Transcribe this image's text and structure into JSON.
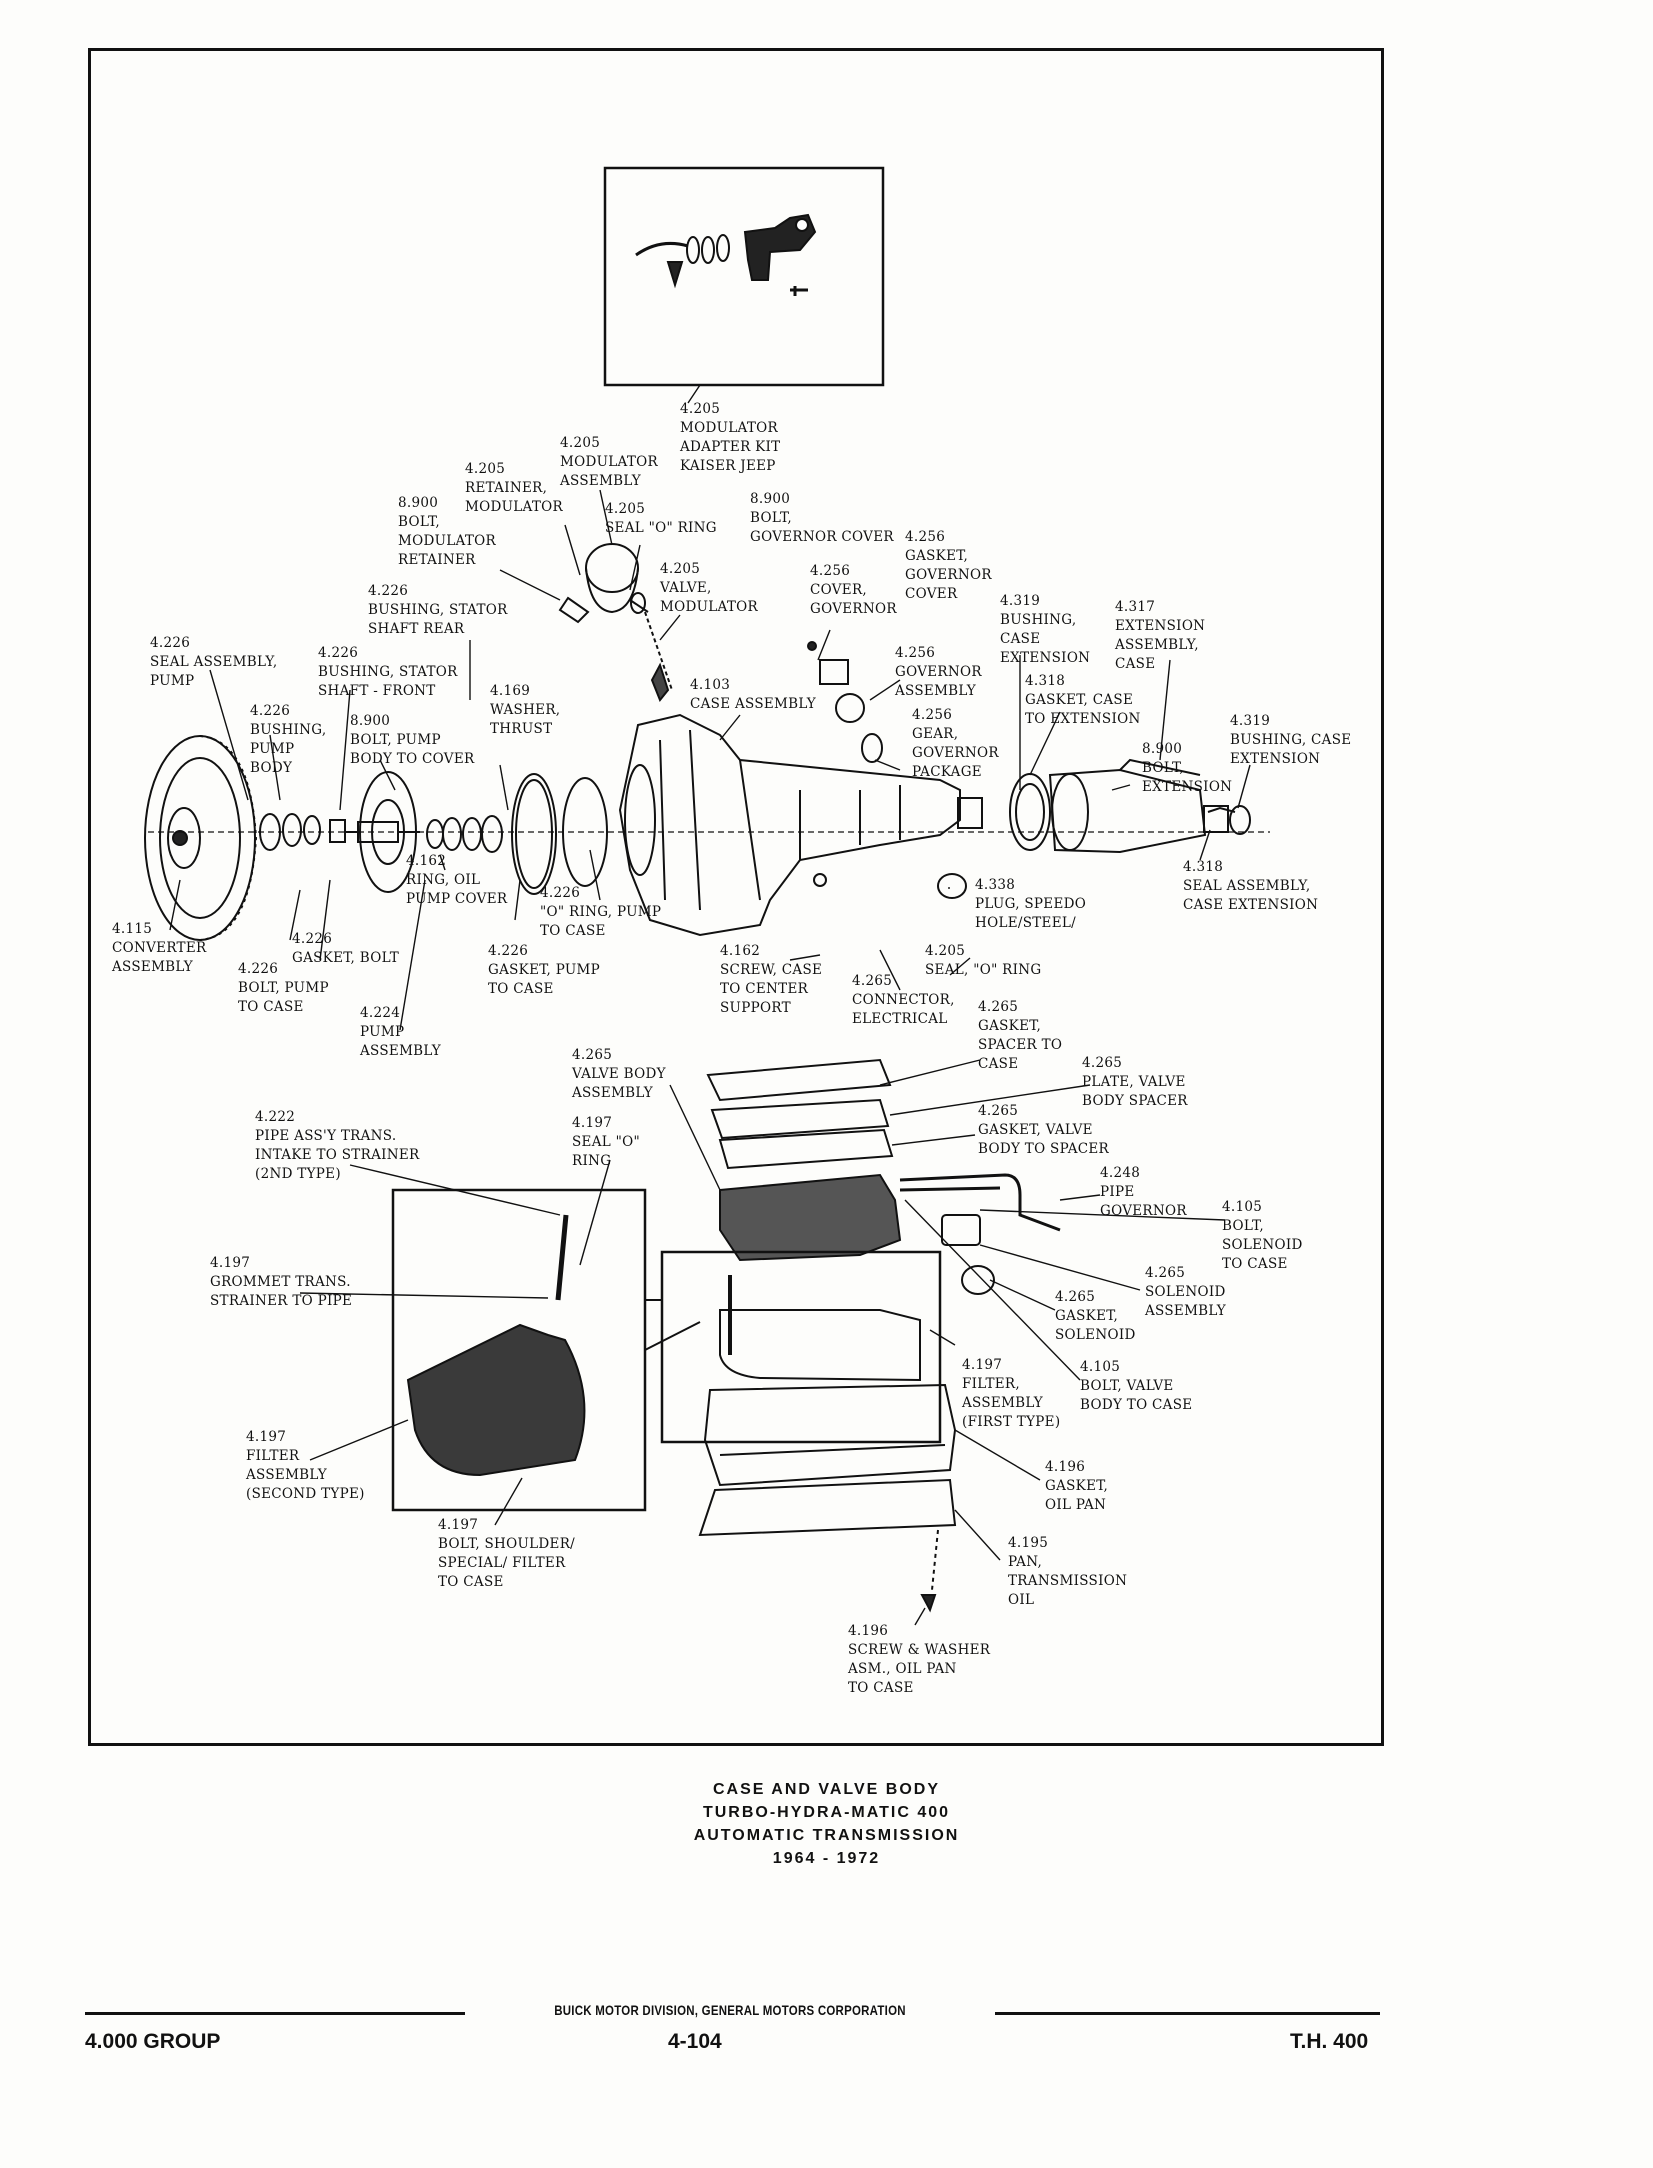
{
  "caption": {
    "line1": "CASE AND VALVE BODY",
    "line2": "TURBO-HYDRA-MATIC 400",
    "line3": "AUTOMATIC TRANSMISSION",
    "line4": "1964 - 1972"
  },
  "footer": {
    "division": "BUICK MOTOR DIVISION, GENERAL MOTORS CORPORATION",
    "group": "4.000 GROUP",
    "page_number": "4-104",
    "model": "T.H. 400"
  },
  "callouts": [
    {
      "id": "modulator-adapter-kit",
      "lines": [
        "4.205",
        "MODULATOR",
        "ADAPTER KIT",
        "KAISER JEEP"
      ]
    },
    {
      "id": "modulator-assembly",
      "lines": [
        "4.205",
        "MODULATOR",
        "ASSEMBLY"
      ]
    },
    {
      "id": "modulator-retainer",
      "lines": [
        "4.205",
        "RETAINER,",
        "MODULATOR"
      ]
    },
    {
      "id": "modulator-retainer-bolt",
      "lines": [
        "8.900",
        "BOLT,",
        "MODULATOR",
        "RETAINER"
      ]
    },
    {
      "id": "modulator-o-ring",
      "lines": [
        "4.205",
        "SEAL \"O\" RING"
      ]
    },
    {
      "id": "modulator-valve",
      "lines": [
        "4.205",
        "VALVE,",
        "MODULATOR"
      ]
    },
    {
      "id": "governor-cover-bolt",
      "lines": [
        "8.900",
        "BOLT,",
        "GOVERNOR COVER"
      ]
    },
    {
      "id": "governor-cover-gasket",
      "lines": [
        "4.256",
        "GASKET,",
        "GOVERNOR",
        "COVER"
      ]
    },
    {
      "id": "governor-cover",
      "lines": [
        "4.256",
        "COVER,",
        "GOVERNOR"
      ]
    },
    {
      "id": "stator-shaft-rear-bushing",
      "lines": [
        "4.226",
        "BUSHING, STATOR",
        "SHAFT REAR"
      ]
    },
    {
      "id": "case-extension-bushing",
      "lines": [
        "4.319",
        "BUSHING,",
        "CASE",
        "EXTENSION"
      ]
    },
    {
      "id": "extension-assembly",
      "lines": [
        "4.317",
        "EXTENSION",
        "ASSEMBLY,",
        "CASE"
      ]
    },
    {
      "id": "pump-seal-assembly",
      "lines": [
        "4.226",
        "SEAL ASSEMBLY,",
        "PUMP"
      ]
    },
    {
      "id": "stator-shaft-front-bushing",
      "lines": [
        "4.226",
        "BUSHING, STATOR",
        "SHAFT - FRONT"
      ]
    },
    {
      "id": "governor-assembly",
      "lines": [
        "4.256",
        "GOVERNOR",
        "ASSEMBLY"
      ]
    },
    {
      "id": "thrust-washer",
      "lines": [
        "4.169",
        "WASHER,",
        "THRUST"
      ]
    },
    {
      "id": "case-assembly",
      "lines": [
        "4.103",
        "CASE ASSEMBLY"
      ]
    },
    {
      "id": "extension-gasket",
      "lines": [
        "4.318",
        "GASKET, CASE",
        "TO EXTENSION"
      ]
    },
    {
      "id": "pump-body-bushing",
      "lines": [
        "4.226",
        "BUSHING,",
        "PUMP",
        "BODY"
      ]
    },
    {
      "id": "pump-body-bolt",
      "lines": [
        "8.900",
        "BOLT, PUMP",
        "BODY TO COVER"
      ]
    },
    {
      "id": "governor-gear",
      "lines": [
        "4.256",
        "GEAR,",
        "GOVERNOR",
        "PACKAGE"
      ]
    },
    {
      "id": "extension-case-bushing",
      "lines": [
        "4.319",
        "BUSHING, CASE",
        "EXTENSION"
      ]
    },
    {
      "id": "extension-bolt",
      "lines": [
        "8.900",
        "BOLT,",
        "EXTENSION"
      ]
    },
    {
      "id": "oil-pump-cover-ring",
      "lines": [
        "4.162",
        "RING, OIL",
        "PUMP COVER"
      ]
    },
    {
      "id": "pump-o-ring",
      "lines": [
        "4.226",
        "\"O\" RING, PUMP",
        "TO CASE"
      ]
    },
    {
      "id": "speedo-hole-plug",
      "lines": [
        "4.338",
        "PLUG, SPEEDO",
        "HOLE/STEEL/"
      ]
    },
    {
      "id": "extension-seal-assembly",
      "lines": [
        "4.318",
        "SEAL ASSEMBLY,",
        "CASE EXTENSION"
      ]
    },
    {
      "id": "converter-assembly",
      "lines": [
        "4.115",
        "CONVERTER",
        "ASSEMBLY"
      ]
    },
    {
      "id": "pump-gasket-bolt",
      "lines": [
        "4.226",
        "GASKET, BOLT"
      ]
    },
    {
      "id": "pump-to-case-bolt",
      "lines": [
        "4.226",
        "BOLT, PUMP",
        "TO CASE"
      ]
    },
    {
      "id": "pump-to-case-gasket",
      "lines": [
        "4.226",
        "GASKET, PUMP",
        "TO CASE"
      ]
    },
    {
      "id": "center-support-screw",
      "lines": [
        "4.162",
        "SCREW, CASE",
        "TO CENTER",
        "SUPPORT"
      ]
    },
    {
      "id": "electrical-connector",
      "lines": [
        "4.265",
        "CONNECTOR,",
        "ELECTRICAL"
      ]
    },
    {
      "id": "connector-o-ring",
      "lines": [
        "4.205",
        "SEAL, \"O\" RING"
      ]
    },
    {
      "id": "pump-assembly",
      "lines": [
        "4.224",
        "PUMP",
        "ASSEMBLY"
      ]
    },
    {
      "id": "spacer-to-case-gasket",
      "lines": [
        "4.265",
        "GASKET,",
        "SPACER TO",
        "CASE"
      ]
    },
    {
      "id": "valve-body-assembly",
      "lines": [
        "4.265",
        "VALVE BODY",
        "ASSEMBLY"
      ]
    },
    {
      "id": "valve-body-spacer-plate",
      "lines": [
        "4.265",
        "PLATE, VALVE",
        "BODY SPACER"
      ]
    },
    {
      "id": "intake-pipe",
      "lines": [
        "4.222",
        "PIPE ASS'Y TRANS.",
        "INTAKE TO STRAINER",
        "(2ND TYPE)"
      ]
    },
    {
      "id": "intake-seal-o-ring",
      "lines": [
        "4.197",
        "SEAL \"O\"",
        "RING"
      ]
    },
    {
      "id": "valve-body-to-spacer-gasket",
      "lines": [
        "4.265",
        "GASKET, VALVE",
        "BODY TO SPACER"
      ]
    },
    {
      "id": "governor-pipe",
      "lines": [
        "4.248",
        "PIPE",
        "GOVERNOR"
      ]
    },
    {
      "id": "solenoid-bolt",
      "lines": [
        "4.105",
        "BOLT,",
        "SOLENOID",
        "TO CASE"
      ]
    },
    {
      "id": "strainer-grommet",
      "lines": [
        "4.197",
        "GROMMET TRANS.",
        "STRAINER TO PIPE"
      ]
    },
    {
      "id": "solenoid-assembly",
      "lines": [
        "4.265",
        "SOLENOID",
        "ASSEMBLY"
      ]
    },
    {
      "id": "solenoid-gasket",
      "lines": [
        "4.265",
        "GASKET,",
        "SOLENOID"
      ]
    },
    {
      "id": "filter-first-type",
      "lines": [
        "4.197",
        "FILTER,",
        "ASSEMBLY",
        "(FIRST TYPE)"
      ]
    },
    {
      "id": "valve-body-bolt",
      "lines": [
        "4.105",
        "BOLT, VALVE",
        "BODY TO CASE"
      ]
    },
    {
      "id": "filter-second-type",
      "lines": [
        "4.197",
        "FILTER",
        "ASSEMBLY",
        "(SECOND TYPE)"
      ]
    },
    {
      "id": "oil-pan-gasket",
      "lines": [
        "4.196",
        "GASKET,",
        "OIL PAN"
      ]
    },
    {
      "id": "filter-shoulder-bolt",
      "lines": [
        "4.197",
        "BOLT, SHOULDER/",
        "SPECIAL/ FILTER",
        "TO CASE"
      ]
    },
    {
      "id": "transmission-oil-pan",
      "lines": [
        "4.195",
        "PAN,",
        "TRANSMISSION",
        "OIL"
      ]
    },
    {
      "id": "oil-pan-screw-washer",
      "lines": [
        "4.196",
        "SCREW & WASHER",
        "ASM., OIL PAN",
        "TO CASE"
      ]
    }
  ]
}
